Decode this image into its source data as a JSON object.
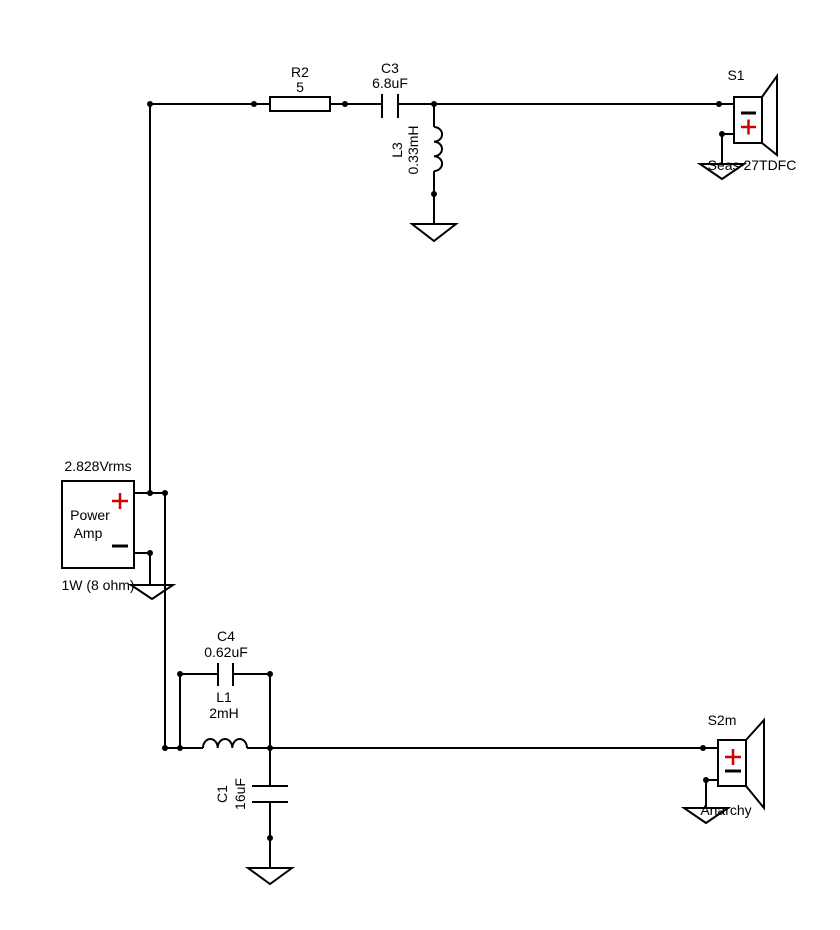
{
  "components": {
    "r2": {
      "ref": "R2",
      "value": "5"
    },
    "c3": {
      "ref": "C3",
      "value": "6.8uF"
    },
    "l3": {
      "ref": "L3",
      "value": "0.33mH"
    },
    "s1": {
      "ref": "S1",
      "model": "Seas 27TDFC"
    },
    "amp": {
      "voltage": "2.828Vrms",
      "name_line1": "Power",
      "name_line2": "Amp",
      "rating": "1W (8 ohm)"
    },
    "c4": {
      "ref": "C4",
      "value": "0.62uF"
    },
    "l1": {
      "ref": "L1",
      "value": "2mH"
    },
    "c1": {
      "ref": "C1",
      "value": "16uF"
    },
    "s2": {
      "ref": "S2m",
      "model": "Anarchy"
    }
  },
  "colors": {
    "wire": "#000000",
    "polarity_plus": "#d40000",
    "background": "#ffffff"
  }
}
